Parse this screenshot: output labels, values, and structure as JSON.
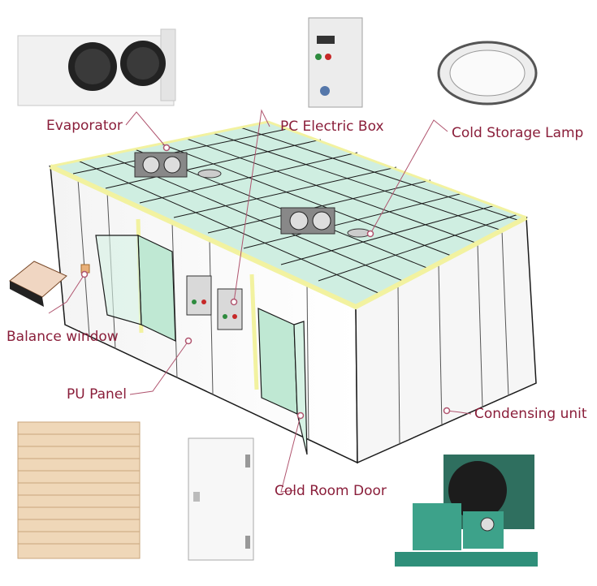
{
  "labels": {
    "evaporator": "Evaporator",
    "pc_electric_box": "PC Electric Box",
    "cold_storage_lamp": "Cold Storage Lamp",
    "balance_window": "Balance window",
    "pu_panel": "PU Panel",
    "condensing_unit": "Condensing unit",
    "cold_room_door": "Cold Room Door"
  },
  "colors": {
    "label_text": "#8a1e3a",
    "leader_line": "#b0556f",
    "frame_yellow": "#f2f2a0",
    "glass_green": "#cfeee0",
    "panel_white": "#fafafa"
  }
}
